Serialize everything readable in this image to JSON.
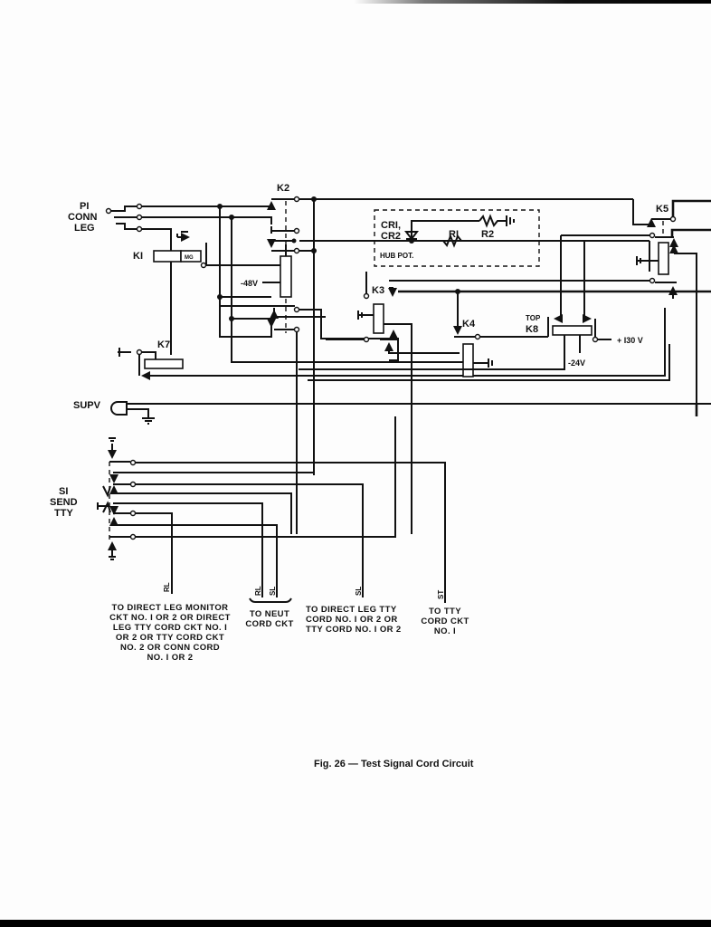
{
  "figure": {
    "caption": "Fig. 26 — Test Signal Cord Circuit"
  },
  "labels": {
    "p1": [
      "PI",
      "CONN",
      "LEG"
    ],
    "k1": "KI",
    "k1_mg": "MG",
    "k2": "K2",
    "k3": "K3",
    "k4": "K4",
    "k5": "K5",
    "k7": "K7",
    "k8_top": "TOP",
    "k8": "K8",
    "minus48v": "-48V",
    "minus24v": "-24V",
    "plus130v": "+ I30 V",
    "supv": "SUPV",
    "s1": [
      "SI",
      "SEND",
      "TTY"
    ],
    "cr": [
      "CRI,",
      "CR2"
    ],
    "r1": "RI",
    "r2": "R2",
    "hub_pot": "HUB  POT."
  },
  "leads": {
    "rl1": "RL",
    "rl2": "RL",
    "sl1": "SL",
    "sl2": "SL",
    "st": "ST"
  },
  "destinations": {
    "direct_leg_monitor": [
      "TO  DIRECT  LEG  MONITOR",
      "CKT  NO. I  OR  2  OR  DIRECT",
      "LEG  TTY  CORD  CKT  NO. I",
      "OR 2   OR  TTY  CORD  CKT",
      "NO. 2   OR  CONN  CORD",
      "NO. I  OR  2"
    ],
    "neut_cord": [
      "TO  NEUT",
      "CORD  CKT"
    ],
    "direct_leg_tty": [
      "TO  DIRECT  LEG  TTY",
      "CORD  NO. I  OR  2  OR",
      "TTY  CORD  NO.  I  OR  2"
    ],
    "tty_cord": [
      "TO  TTY",
      "CORD  CKT",
      "NO. I"
    ]
  }
}
